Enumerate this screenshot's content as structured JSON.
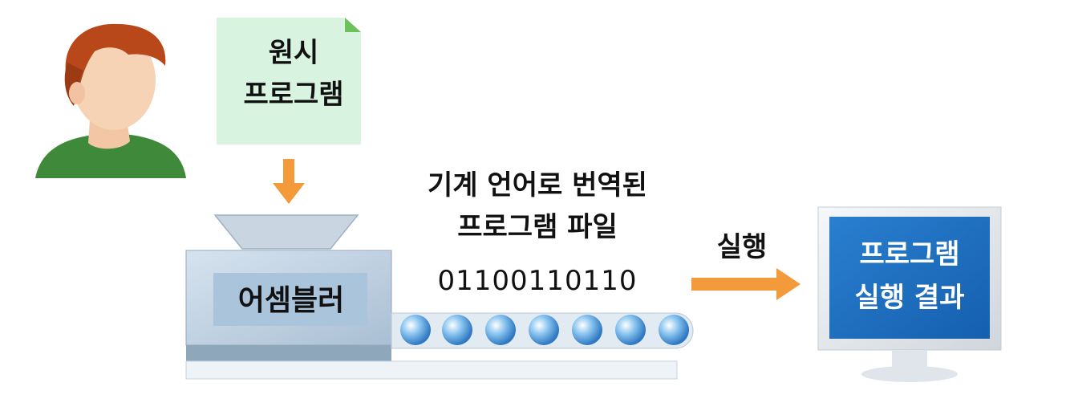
{
  "source_doc": {
    "line1": "원시",
    "line2": "프로그램"
  },
  "assembler": {
    "label": "어셈블러"
  },
  "machine_code": {
    "line1": "기계 언어로 번역된",
    "line2": "프로그램 파일",
    "bits": "01100110110"
  },
  "execute": {
    "label": "실행"
  },
  "monitor": {
    "line1": "프로그램",
    "line2": "실행 결과"
  },
  "colors": {
    "arrow": "#f39a3a",
    "doc_bg": "#d8f3e0",
    "machine": "#b9cde0",
    "screen": "#1e6fc0",
    "shirt": "#3f8a3a",
    "hair": "#b8471a"
  },
  "icons": [
    "person-illustration",
    "document-icon",
    "down-arrow-icon",
    "hopper-icon",
    "conveyor-icon",
    "right-arrow-icon",
    "monitor-icon"
  ]
}
